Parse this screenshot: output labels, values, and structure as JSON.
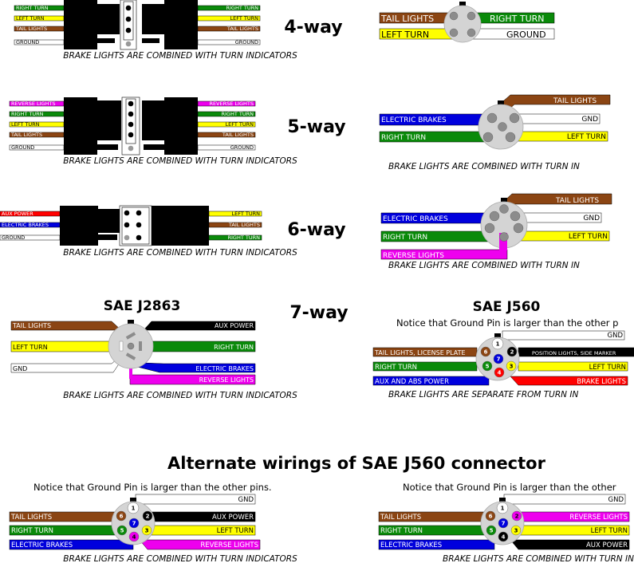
{
  "colors": {
    "brown": "#8b4513",
    "green": "#0a8a0a",
    "yellow": "#ffff00",
    "white": "#ffffff",
    "blue": "#0000dd",
    "red": "#ff0000",
    "magenta": "#ee00ee",
    "black": "#000000",
    "connector_gray": "#d4d4d4",
    "pin_gray": "#8c8c8c"
  },
  "titles": {
    "four_way": "4-way",
    "five_way": "5-way",
    "six_way": "6-way",
    "seven_way": "7-way",
    "sae_j2863": "SAE J2863",
    "sae_j560": "SAE J560",
    "alternate": "Alternate wirings of SAE J560 connector"
  },
  "notes": {
    "combined": "BRAKE LIGHTS ARE COMBINED WITH TURN INDICATORS",
    "combined_truncated": "BRAKE LIGHTS ARE COMBINED WITH TURN IN",
    "separate_truncated": "BRAKE LIGHTS ARE SEPARATE FROM TURN IN",
    "ground_pin": "Notice that Ground Pin is larger than the other pins.",
    "ground_pin_truncated_a": "Notice that Ground Pin is larger than the other p",
    "ground_pin_truncated_b": "Notice that Ground Pin is larger than the other"
  },
  "flat4": {
    "left": [
      "RIGHT TURN",
      "LEFT TURN",
      "TAIL LIGHTS",
      "GROUND"
    ],
    "right": [
      "RIGHT TURN",
      "LEFT TURN",
      "TAIL LIGHTS",
      "GROUND"
    ]
  },
  "flat5": {
    "left": [
      "REVERSE LIGHTS",
      "RIGHT TURN",
      "LEFT TURN",
      "TAIL LIGHTS",
      "GROUND"
    ],
    "right": [
      "REVERSE LIGHTS",
      "RIGHT TURN",
      "LEFT TURN",
      "TAIL LIGHTS",
      "GROUND"
    ]
  },
  "flat6": {
    "left": [
      "AUX POWER",
      "ELECTRIC BRAKES",
      "GROUND"
    ],
    "right": [
      "LEFT TURN",
      "TAIL LIGHTS",
      "RIGHT TURN"
    ]
  },
  "round4": {
    "tail": "TAIL LIGHTS",
    "right": "RIGHT TURN",
    "left": "LEFT TURN",
    "ground": "GROUND"
  },
  "round5": {
    "tail": "TAIL LIGHTS",
    "brakes": "ELECTRIC BRAKES",
    "gnd": "GND",
    "right": "RIGHT TURN",
    "left": "LEFT TURN"
  },
  "round6": {
    "tail": "TAIL LIGHTS",
    "brakes": "ELECTRIC BRAKES",
    "gnd": "GND",
    "right": "RIGHT TURN",
    "left": "LEFT TURN",
    "reverse": "REVERSE LIGHTS"
  },
  "j2863": {
    "tail": "TAIL LIGHTS",
    "aux": "AUX POWER",
    "left": "LEFT TURN",
    "right": "RIGHT TURN",
    "gnd": "GND",
    "brakes": "ELECTRIC BRAKES",
    "reverse": "REVERSE LIGHTS"
  },
  "j560": {
    "gnd": "GND",
    "tail": "TAIL LIGHTS, LICENSE PLATE",
    "position": "POSITION LIGHTS, SIDE MARKER",
    "right": "RIGHT TURN",
    "left": "LEFT TURN",
    "aux": "AUX AND ABS POWER",
    "brake": "BRAKE LIGHTS",
    "pins": [
      "1",
      "2",
      "3",
      "4",
      "5",
      "6",
      "7"
    ]
  },
  "alt_a": {
    "gnd": "GND",
    "tail": "TAIL LIGHTS",
    "aux": "AUX POWER",
    "right": "RIGHT TURN",
    "left": "LEFT TURN",
    "brakes": "ELECTRIC BRAKES",
    "reverse": "REVERSE LIGHTS"
  },
  "alt_b": {
    "gnd": "GND",
    "tail": "TAIL LIGHTS",
    "reverse": "REVERSE LIGHTS",
    "right": "RIGHT TURN",
    "left": "LEFT TURN",
    "brakes": "ELECTRIC BRAKES",
    "aux": "AUX POWER"
  }
}
